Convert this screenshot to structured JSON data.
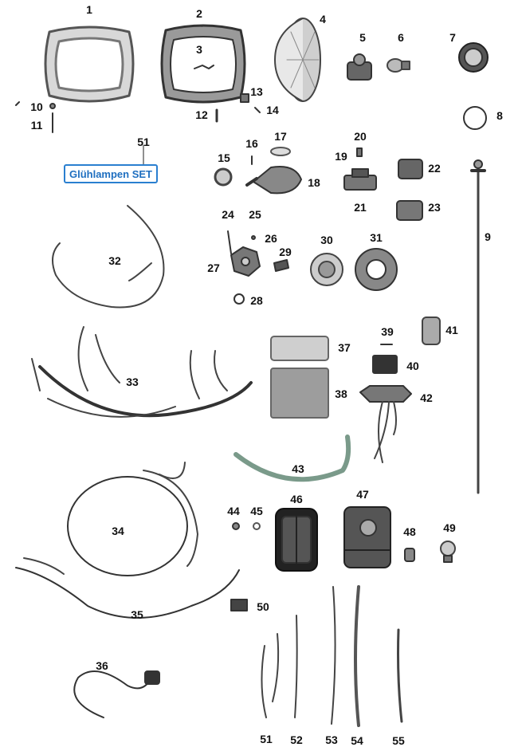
{
  "diagram": {
    "set_box_label": "Glühlampen SET",
    "set_box_number": "51",
    "part_labels": [
      "1",
      "2",
      "3",
      "4",
      "5",
      "6",
      "7",
      "8",
      "9",
      "10",
      "11",
      "12",
      "13",
      "14",
      "15",
      "16",
      "17",
      "18",
      "19",
      "20",
      "21",
      "22",
      "23",
      "24",
      "25",
      "26",
      "27",
      "28",
      "29",
      "30",
      "31",
      "32",
      "33",
      "34",
      "35",
      "36",
      "37",
      "38",
      "39",
      "40",
      "41",
      "42",
      "43",
      "44",
      "45",
      "46",
      "47",
      "48",
      "49",
      "50",
      "51",
      "52",
      "53",
      "54",
      "55"
    ]
  }
}
